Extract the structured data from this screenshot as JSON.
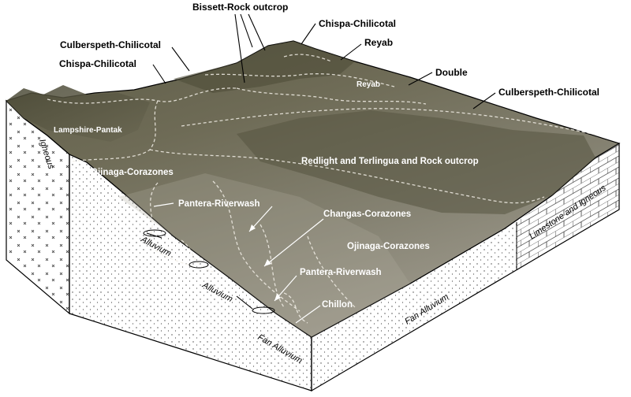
{
  "diagram": {
    "top_labels": {
      "bissett_rock_outcrop": "Bissett-Rock outcrop",
      "chispa_chilicotal_top": "Chispa-Chilicotal",
      "culberspeth_chilicotal_left": "Culberspeth-Chilicotal",
      "reyab_top": "Reyab",
      "chispa_chilicotal_left": "Chispa-Chilicotal",
      "double": "Double",
      "culberspeth_chilicotal_right": "Culberspeth-Chilicotal"
    },
    "surface_labels": {
      "reyab_inner": "Reyab",
      "lampshire_pantak": "Lampshire-Pantak",
      "ojinaga_corazones_left": "Ojinaga-Corazones",
      "redlight_terlingua": "Redlight and Terlingua and Rock outcrop",
      "pantera_riverwash_upper": "Pantera-Riverwash",
      "changas_corazones": "Changas-Corazones",
      "ojinaga_corazones_right": "Ojinaga-Corazones",
      "pantera_riverwash_lower": "Pantera-Riverwash",
      "chillon": "Chillon"
    },
    "side_labels": {
      "igneous": "Igneous",
      "alluvium_upper": "Alluvium",
      "alluvium_lower": "Alluvium",
      "fan_alluvium_front": "Fan Alluvium",
      "fan_alluvium_right": "Fan Alluvium",
      "limestone_igneous": "Limestone and Igneous"
    },
    "colors": {
      "terrain_dark": "#5b5a44",
      "terrain_mid": "#7d7a66",
      "terrain_light": "#9c9889",
      "side_fill": "#ffffff",
      "outline": "#000000"
    }
  }
}
